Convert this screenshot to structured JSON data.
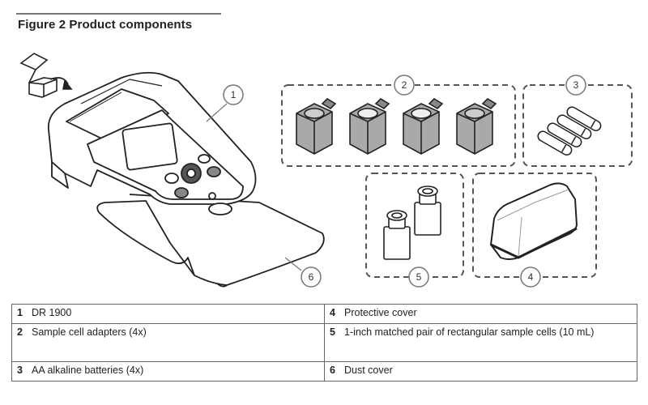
{
  "figure": {
    "title": "Figure 2  Product components"
  },
  "callouts": [
    "1",
    "2",
    "3",
    "4",
    "5",
    "6"
  ],
  "components": [
    {
      "number": "1",
      "label": "DR 1900"
    },
    {
      "number": "2",
      "label": "Sample cell adapters (4x)"
    },
    {
      "number": "3",
      "label": "AA alkaline batteries (4x)"
    },
    {
      "number": "4",
      "label": "Protective cover"
    },
    {
      "number": "5",
      "label": "1-inch matched pair of rectangular sample cells (10 mL)"
    },
    {
      "number": "6",
      "label": "Dust cover"
    }
  ],
  "colors": {
    "line": "#222222",
    "adapter_fill": "#a9a9a9",
    "dash_border": "#555555",
    "callout_stroke": "#777777"
  }
}
